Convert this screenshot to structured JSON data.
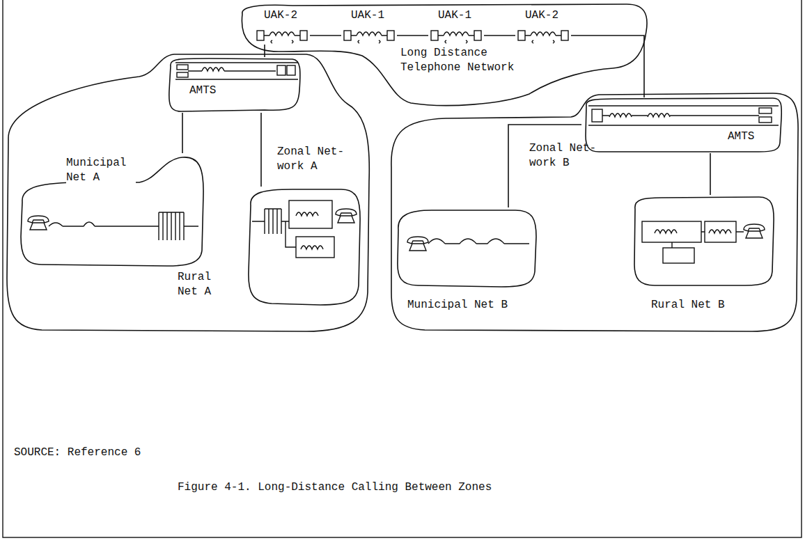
{
  "diagram": {
    "caption": "Figure 4-1. Long-Distance Calling Between Zones",
    "nodes": [
      {
        "text": [
          "Long Distance Telephone Network"
        ]
      },
      {
        "text": [
          "UAK-2"
        ],
        "in": 0
      },
      {
        "text": [
          "UAK-1"
        ],
        "in": 0
      },
      {
        "text": [
          "UAK-1"
        ],
        "in": 0
      },
      {
        "text": [
          "UAK-2"
        ],
        "in": 0
      },
      {
        "text": [
          "Zonal Net- work A"
        ]
      },
      {
        "text": [
          "AMTS"
        ],
        "in": 5
      },
      {
        "text": [
          "Municipal Net A"
        ],
        "in": 5
      },
      {
        "text": [
          "Rural Net A"
        ],
        "in": 5
      },
      {
        "text": [
          "Zonal Net- work B"
        ]
      },
      {
        "text": [
          "AMTS"
        ],
        "in": 9
      },
      {
        "text": [
          "Municipal Net B"
        ],
        "in": 9
      },
      {
        "text": [
          "Rural Net B"
        ],
        "in": 9
      }
    ],
    "edges": [
      {
        "from": 1,
        "to": 2,
        "arrow": "none"
      },
      {
        "from": 2,
        "to": 3,
        "arrow": "none"
      },
      {
        "from": 3,
        "to": 4,
        "arrow": "none"
      },
      {
        "from": 6,
        "to": 1,
        "arrow": "none"
      },
      {
        "from": 4,
        "to": 10,
        "arrow": "none"
      },
      {
        "from": 6,
        "to": 7,
        "arrow": "none"
      },
      {
        "from": 6,
        "to": 8,
        "arrow": "none"
      },
      {
        "from": 10,
        "to": 11,
        "arrow": "none"
      },
      {
        "from": 10,
        "to": 12,
        "arrow": "none"
      }
    ],
    "labels": [
      "SOURCE: Reference 6"
    ]
  }
}
